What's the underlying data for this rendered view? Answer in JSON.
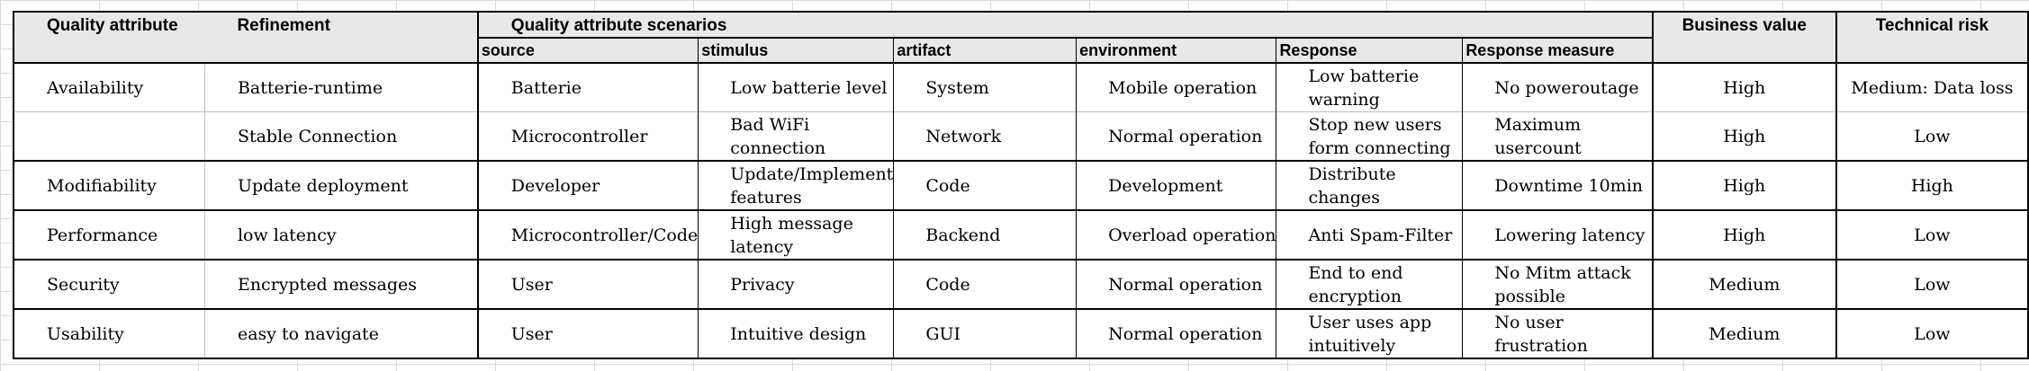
{
  "table": {
    "headers": {
      "quality_attribute": "Quality attribute",
      "refinement": "Refinement",
      "scenarios": "Quality attribute scenarios",
      "source": "source",
      "stimulus": "stimulus",
      "artifact": "artifact",
      "environment": "environment",
      "response": "Response",
      "response_measure": "Response measure",
      "business_value": "Business value",
      "technical_risk": "Technical risk"
    },
    "rows": [
      {
        "attribute": "Availability",
        "refinement": "Batterie-runtime",
        "source": "Batterie",
        "stimulus": "Low batterie level",
        "artifact": "System",
        "environment": "Mobile operation",
        "response": "Low batterie warning",
        "measure": "No poweroutage",
        "business_value": "High",
        "technical_risk": "Medium: Data loss"
      },
      {
        "attribute": "",
        "refinement": "Stable Connection",
        "source": "Microcontroller",
        "stimulus": "Bad WiFi connection",
        "artifact": "Network",
        "environment": "Normal operation",
        "response": "Stop new users form connecting",
        "measure": "Maximum usercount",
        "business_value": "High",
        "technical_risk": "Low"
      },
      {
        "attribute": "Modifiability",
        "refinement": "Update deployment",
        "source": "Developer",
        "stimulus": "Update/Implement features",
        "artifact": "Code",
        "environment": "Development",
        "response": "Distribute changes",
        "measure": "Downtime 10min",
        "business_value": "High",
        "technical_risk": "High"
      },
      {
        "attribute": "Performance",
        "refinement": "low latency",
        "source": "Microcontroller/Code",
        "stimulus": "High message latency",
        "artifact": "Backend",
        "environment": "Overload operation",
        "response": "Anti Spam-Filter",
        "measure": "Lowering latency",
        "business_value": "High",
        "technical_risk": "Low"
      },
      {
        "attribute": "Security",
        "refinement": "Encrypted messages",
        "source": "User",
        "stimulus": "Privacy",
        "artifact": "Code",
        "environment": "Normal operation",
        "response": "End to end encryption",
        "measure": "No Mitm attack possible",
        "business_value": "Medium",
        "technical_risk": "Low"
      },
      {
        "attribute": "Usability",
        "refinement": "easy to navigate",
        "source": "User",
        "stimulus": "Intuitive design",
        "artifact": "GUI",
        "environment": "Normal operation",
        "response": "User uses app intuitively",
        "measure": "No user frustration",
        "business_value": "Medium",
        "technical_risk": "Low"
      }
    ]
  }
}
